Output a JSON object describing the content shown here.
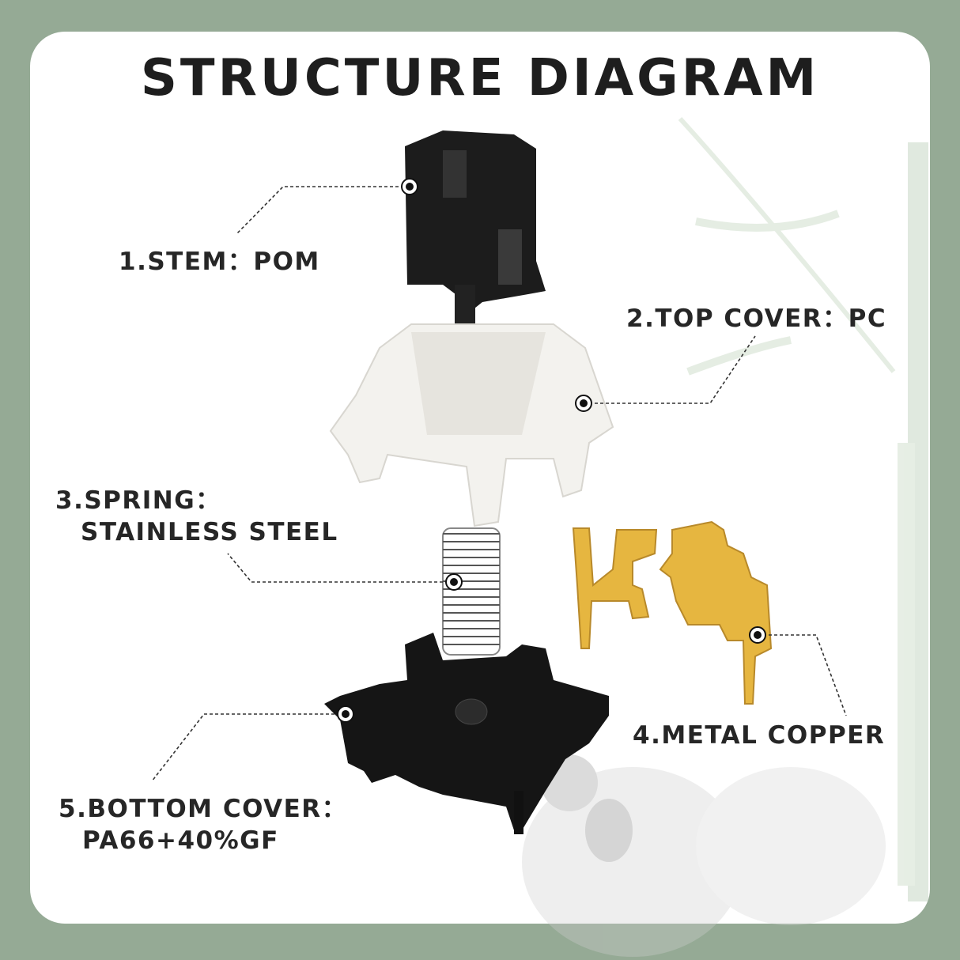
{
  "title": "STRUCTURE DIAGRAM",
  "labels": {
    "stem": "1.STEM：POM",
    "top_cover": "2.TOP COVER：PC",
    "spring_line1": "3.SPRING：",
    "spring_line2": "STAINLESS STEEL",
    "metal": "4.METAL COPPER",
    "bottom_line1": "5.BOTTOM COVER：",
    "bottom_line2": "PA66+40%GF"
  },
  "colors": {
    "frame": "#95aa95",
    "card": "#ffffff",
    "text": "#262626",
    "gold": "#e6b640"
  }
}
